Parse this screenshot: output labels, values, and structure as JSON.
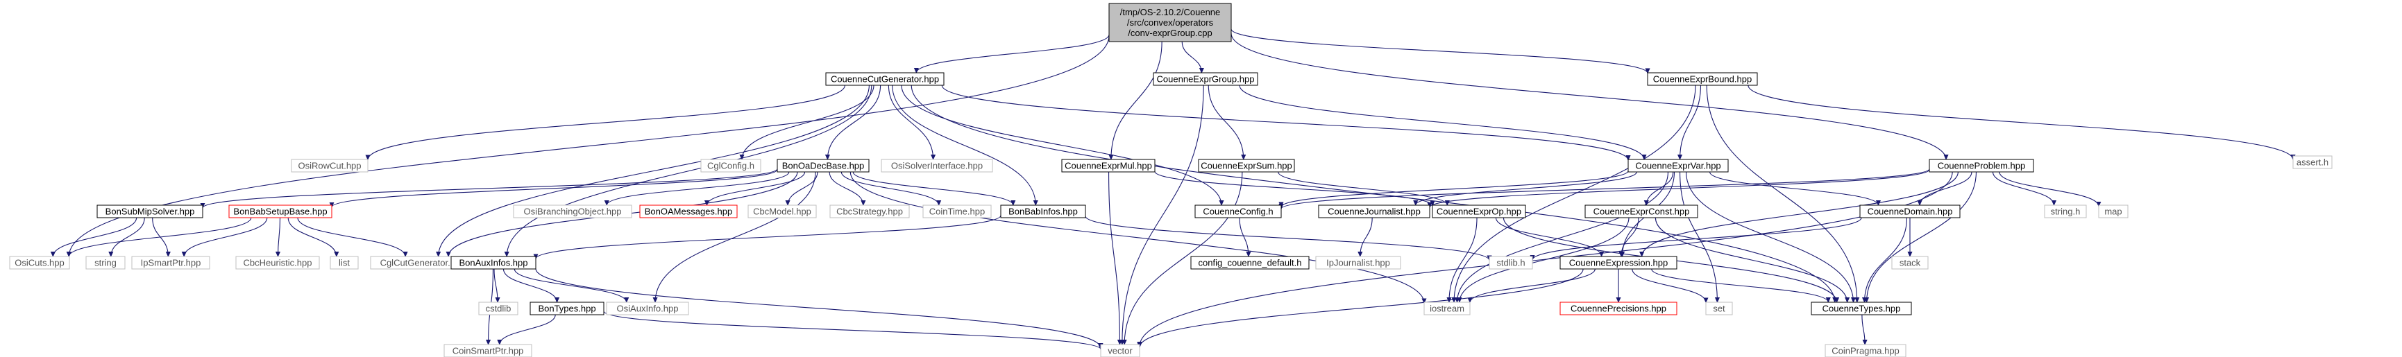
{
  "colors": {
    "edge": "#191970",
    "root_fill": "#bfbfbf",
    "root_stroke": "#000000",
    "file_stroke": "#000000",
    "system_stroke": "#bfbfbf",
    "missing_stroke": "#ff0000",
    "background": "#ffffff"
  },
  "nodes": [
    {
      "id": "root",
      "lines": [
        "/tmp/OS-2.10.2/Couenne",
        "/src/convex/operators",
        "/conv-exprGroup.cpp"
      ],
      "kind": "root"
    },
    {
      "id": "cutgen",
      "lines": [
        "CouenneCutGenerator.hpp"
      ],
      "kind": "file"
    },
    {
      "id": "exprgroup",
      "lines": [
        "CouenneExprGroup.hpp"
      ],
      "kind": "file"
    },
    {
      "id": "exprbound",
      "lines": [
        "CouenneExprBound.hpp"
      ],
      "kind": "file"
    },
    {
      "id": "exprmul",
      "lines": [
        "CouenneExprMul.hpp"
      ],
      "kind": "file"
    },
    {
      "id": "exprsum",
      "lines": [
        "CouenneExprSum.hpp"
      ],
      "kind": "file"
    },
    {
      "id": "exprvar",
      "lines": [
        "CouenneExprVar.hpp"
      ],
      "kind": "file"
    },
    {
      "id": "problem",
      "lines": [
        "CouenneProblem.hpp"
      ],
      "kind": "file"
    },
    {
      "id": "assert",
      "lines": [
        "assert.h"
      ],
      "kind": "system"
    },
    {
      "id": "osirowcut",
      "lines": [
        "OsiRowCut.hpp"
      ],
      "kind": "system"
    },
    {
      "id": "cglconfig",
      "lines": [
        "CglConfig.h"
      ],
      "kind": "system"
    },
    {
      "id": "bonoadec",
      "lines": [
        "BonOaDecBase.hpp"
      ],
      "kind": "file"
    },
    {
      "id": "osisolverif",
      "lines": [
        "OsiSolverInterface.hpp"
      ],
      "kind": "system"
    },
    {
      "id": "bonsubmip",
      "lines": [
        "BonSubMipSolver.hpp"
      ],
      "kind": "file"
    },
    {
      "id": "bonbabsetup",
      "lines": [
        "BonBabSetupBase.hpp"
      ],
      "kind": "missing"
    },
    {
      "id": "osibranching",
      "lines": [
        "OsiBranchingObject.hpp"
      ],
      "kind": "system"
    },
    {
      "id": "bonoamsg",
      "lines": [
        "BonOAMessages.hpp"
      ],
      "kind": "missing"
    },
    {
      "id": "cbcmodel",
      "lines": [
        "CbcModel.hpp"
      ],
      "kind": "system"
    },
    {
      "id": "cbcstrategy",
      "lines": [
        "CbcStrategy.hpp"
      ],
      "kind": "system"
    },
    {
      "id": "cointime",
      "lines": [
        "CoinTime.hpp"
      ],
      "kind": "system"
    },
    {
      "id": "bonbabinfos",
      "lines": [
        "BonBabInfos.hpp"
      ],
      "kind": "file"
    },
    {
      "id": "couenneconfig",
      "lines": [
        "CouenneConfig.h"
      ],
      "kind": "file"
    },
    {
      "id": "couennejournalist",
      "lines": [
        "CouenneJournalist.hpp"
      ],
      "kind": "file"
    },
    {
      "id": "exprop",
      "lines": [
        "CouenneExprOp.hpp"
      ],
      "kind": "file"
    },
    {
      "id": "exprconst",
      "lines": [
        "CouenneExprConst.hpp"
      ],
      "kind": "file"
    },
    {
      "id": "couennedomain",
      "lines": [
        "CouenneDomain.hpp"
      ],
      "kind": "file"
    },
    {
      "id": "stringh",
      "lines": [
        "string.h"
      ],
      "kind": "system"
    },
    {
      "id": "map",
      "lines": [
        "map"
      ],
      "kind": "system"
    },
    {
      "id": "osicuts",
      "lines": [
        "OsiCuts.hpp"
      ],
      "kind": "system"
    },
    {
      "id": "string",
      "lines": [
        "string"
      ],
      "kind": "system"
    },
    {
      "id": "ipsmartptr",
      "lines": [
        "IpSmartPtr.hpp"
      ],
      "kind": "system"
    },
    {
      "id": "cbcheuristic",
      "lines": [
        "CbcHeuristic.hpp"
      ],
      "kind": "system"
    },
    {
      "id": "list",
      "lines": [
        "list"
      ],
      "kind": "system"
    },
    {
      "id": "cglcutgen",
      "lines": [
        "CglCutGenerator.hpp"
      ],
      "kind": "system"
    },
    {
      "id": "bonauxinfos",
      "lines": [
        "BonAuxInfos.hpp"
      ],
      "kind": "file"
    },
    {
      "id": "configdefault",
      "lines": [
        "config_couenne_default.h"
      ],
      "kind": "file"
    },
    {
      "id": "ipjournalist",
      "lines": [
        "IpJournalist.hpp"
      ],
      "kind": "system"
    },
    {
      "id": "stdlib",
      "lines": [
        "stdlib.h"
      ],
      "kind": "system"
    },
    {
      "id": "couenneexpr",
      "lines": [
        "CouenneExpression.hpp"
      ],
      "kind": "file"
    },
    {
      "id": "stack",
      "lines": [
        "stack"
      ],
      "kind": "system"
    },
    {
      "id": "cstdlib",
      "lines": [
        "cstdlib"
      ],
      "kind": "system"
    },
    {
      "id": "bontypes",
      "lines": [
        "BonTypes.hpp"
      ],
      "kind": "file"
    },
    {
      "id": "osiauxinfo",
      "lines": [
        "OsiAuxInfo.hpp"
      ],
      "kind": "system"
    },
    {
      "id": "iostream",
      "lines": [
        "iostream"
      ],
      "kind": "system"
    },
    {
      "id": "couenneprecisions",
      "lines": [
        "CouennePrecisions.hpp"
      ],
      "kind": "missing"
    },
    {
      "id": "set",
      "lines": [
        "set"
      ],
      "kind": "system"
    },
    {
      "id": "couennetypes",
      "lines": [
        "CouenneTypes.hpp"
      ],
      "kind": "file"
    },
    {
      "id": "coinsmartptr",
      "lines": [
        "CoinSmartPtr.hpp"
      ],
      "kind": "system"
    },
    {
      "id": "vector",
      "lines": [
        "vector"
      ],
      "kind": "system"
    },
    {
      "id": "coinpragma",
      "lines": [
        "CoinPragma.hpp"
      ],
      "kind": "system"
    }
  ],
  "edges": [
    [
      "root",
      "cutgen"
    ],
    [
      "root",
      "exprgroup"
    ],
    [
      "root",
      "exprbound"
    ],
    [
      "root",
      "exprmul"
    ],
    [
      "root",
      "problem"
    ],
    [
      "root",
      "osicuts"
    ],
    [
      "cutgen",
      "osirowcut"
    ],
    [
      "cutgen",
      "cglconfig"
    ],
    [
      "cutgen",
      "bonoadec"
    ],
    [
      "cutgen",
      "osisolverif"
    ],
    [
      "cutgen",
      "bonbabinfos"
    ],
    [
      "cutgen",
      "couenneconfig"
    ],
    [
      "cutgen",
      "couennetypes"
    ],
    [
      "cutgen",
      "exprvar"
    ],
    [
      "cutgen",
      "cglcutgen"
    ],
    [
      "cutgen",
      "bonauxinfos"
    ],
    [
      "exprgroup",
      "exprsum"
    ],
    [
      "exprgroup",
      "vector"
    ],
    [
      "exprgroup",
      "exprvar"
    ],
    [
      "exprbound",
      "exprvar"
    ],
    [
      "exprbound",
      "assert"
    ],
    [
      "exprbound",
      "couennetypes"
    ],
    [
      "exprbound",
      "iostream"
    ],
    [
      "exprmul",
      "exprop"
    ],
    [
      "exprmul",
      "vector"
    ],
    [
      "exprsum",
      "exprop"
    ],
    [
      "exprsum",
      "vector"
    ],
    [
      "exprvar",
      "couennejournalist"
    ],
    [
      "exprvar",
      "exprconst"
    ],
    [
      "exprvar",
      "couenneexpr"
    ],
    [
      "exprvar",
      "couennedomain"
    ],
    [
      "exprvar",
      "couennetypes"
    ],
    [
      "exprvar",
      "couenneconfig"
    ],
    [
      "exprvar",
      "iostream"
    ],
    [
      "exprvar",
      "set"
    ],
    [
      "problem",
      "couennejournalist"
    ],
    [
      "problem",
      "couennedomain"
    ],
    [
      "problem",
      "couenneexpr"
    ],
    [
      "problem",
      "stringh"
    ],
    [
      "problem",
      "map"
    ],
    [
      "problem",
      "couenneconfig"
    ],
    [
      "problem",
      "couennetypes"
    ],
    [
      "problem",
      "vector"
    ],
    [
      "bonoadec",
      "bonsubmip"
    ],
    [
      "bonoadec",
      "bonbabsetup"
    ],
    [
      "bonoadec",
      "osibranching"
    ],
    [
      "bonoadec",
      "bonoamsg"
    ],
    [
      "bonoadec",
      "cbcmodel"
    ],
    [
      "bonoadec",
      "cbcstrategy"
    ],
    [
      "bonoadec",
      "cointime"
    ],
    [
      "bonoadec",
      "bonbabinfos"
    ],
    [
      "bonoadec",
      "osiauxinfo"
    ],
    [
      "bonoadec",
      "iostream"
    ],
    [
      "bonoadec",
      "cglcutgen"
    ],
    [
      "bonsubmip",
      "osicuts"
    ],
    [
      "bonsubmip",
      "string"
    ],
    [
      "bonsubmip",
      "ipsmartptr"
    ],
    [
      "bonbabsetup",
      "ipsmartptr"
    ],
    [
      "bonbabsetup",
      "cbcheuristic"
    ],
    [
      "bonbabsetup",
      "list"
    ],
    [
      "bonbabsetup",
      "cglcutgen"
    ],
    [
      "bonbabsetup",
      "osicuts"
    ],
    [
      "bonbabinfos",
      "bonauxinfos"
    ],
    [
      "bonbabinfos",
      "stdlib"
    ],
    [
      "couenneconfig",
      "configdefault"
    ],
    [
      "couennejournalist",
      "ipjournalist"
    ],
    [
      "exprop",
      "couenneexpr"
    ],
    [
      "exprop",
      "iostream"
    ],
    [
      "exprop",
      "couennetypes"
    ],
    [
      "exprconst",
      "couenneexpr"
    ],
    [
      "exprconst",
      "couennetypes"
    ],
    [
      "exprconst",
      "iostream"
    ],
    [
      "couennedomain",
      "stdlib"
    ],
    [
      "couennedomain",
      "stack"
    ],
    [
      "couennedomain",
      "couennetypes"
    ],
    [
      "couenneexpr",
      "iostream"
    ],
    [
      "couenneexpr",
      "couenneprecisions"
    ],
    [
      "couenneexpr",
      "couennetypes"
    ],
    [
      "couenneexpr",
      "set"
    ],
    [
      "couenneexpr",
      "vector"
    ],
    [
      "bonauxinfos",
      "cstdlib"
    ],
    [
      "bonauxinfos",
      "bontypes"
    ],
    [
      "bonauxinfos",
      "osiauxinfo"
    ],
    [
      "bonauxinfos",
      "coinsmartptr"
    ],
    [
      "bonauxinfos",
      "vector"
    ],
    [
      "bontypes",
      "coinsmartptr"
    ],
    [
      "bontypes",
      "vector"
    ],
    [
      "couennetypes",
      "coinpragma"
    ]
  ]
}
